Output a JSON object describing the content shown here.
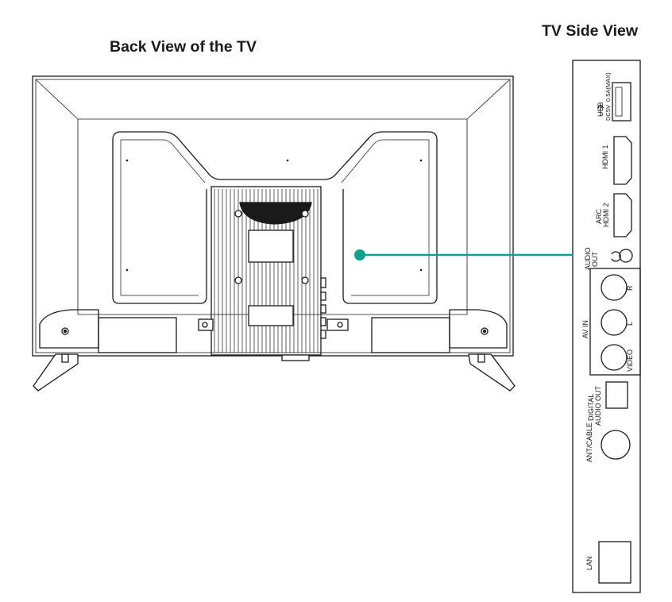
{
  "titles": {
    "back": "Back View of the TV",
    "side": "TV Side View"
  },
  "accent_color": "#12a08e",
  "ports": {
    "usb": "USB",
    "usb_power": "DC5V",
    "usb_current": "0.5A(MAX)",
    "hdmi1": "HDMI 1",
    "arc": "ARC",
    "hdmi2": "HDMI 2",
    "audio_out_line1": "AUDIO",
    "audio_out_line2": "OUT",
    "av_in": "AV IN",
    "av_r": "R",
    "av_l": "L",
    "av_video": "VIDEO",
    "digital_line1": "DIGITAL",
    "digital_line2": "AUDIO OUT",
    "ant_cable": "ANT/CABLE",
    "lan": "LAN"
  }
}
